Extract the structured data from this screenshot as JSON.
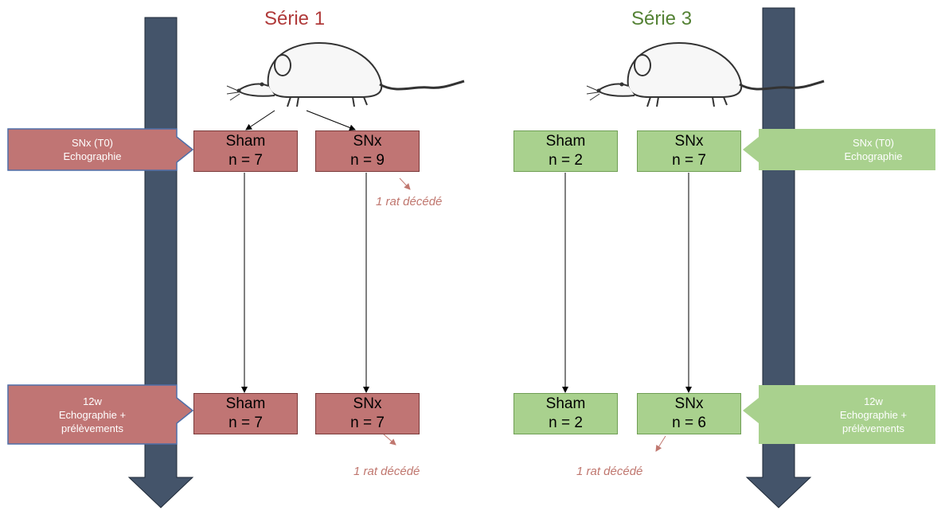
{
  "colors": {
    "timeline": "#44546a",
    "serie1": "#c07574",
    "serie3": "#a9d18e",
    "serie1_title": "#b03a3a",
    "serie3_title": "#548235",
    "note_red": "#c0776f"
  },
  "icons": {
    "animal": "rat-icon"
  },
  "serie1": {
    "title": "Série 1",
    "t0_label": {
      "line1": "SNx (T0)",
      "line2": "Echographie"
    },
    "end_label": {
      "line1": "12w",
      "line2": "Echographie +",
      "line3": "prélèvements"
    },
    "t0_sham": {
      "name": "Sham",
      "n": "n = 7"
    },
    "t0_snx": {
      "name": "SNx",
      "n": "n = 9"
    },
    "end_sham": {
      "name": "Sham",
      "n": "n = 7"
    },
    "end_snx": {
      "name": "SNx",
      "n": "n = 7"
    },
    "death_note_1": "1 rat décédé",
    "death_note_2": "1 rat décédé"
  },
  "serie3": {
    "title": "Série 3",
    "t0_label": {
      "line1": "SNx (T0)",
      "line2": "Echographie"
    },
    "end_label": {
      "line1": "12w",
      "line2": "Echographie +",
      "line3": "prélèvements"
    },
    "t0_sham": {
      "name": "Sham",
      "n": "n = 2"
    },
    "t0_snx": {
      "name": "SNx",
      "n": "n = 7"
    },
    "end_sham": {
      "name": "Sham",
      "n": "n = 2"
    },
    "end_snx": {
      "name": "SNx",
      "n": "n = 6"
    },
    "death_note": "1 rat décédé"
  }
}
